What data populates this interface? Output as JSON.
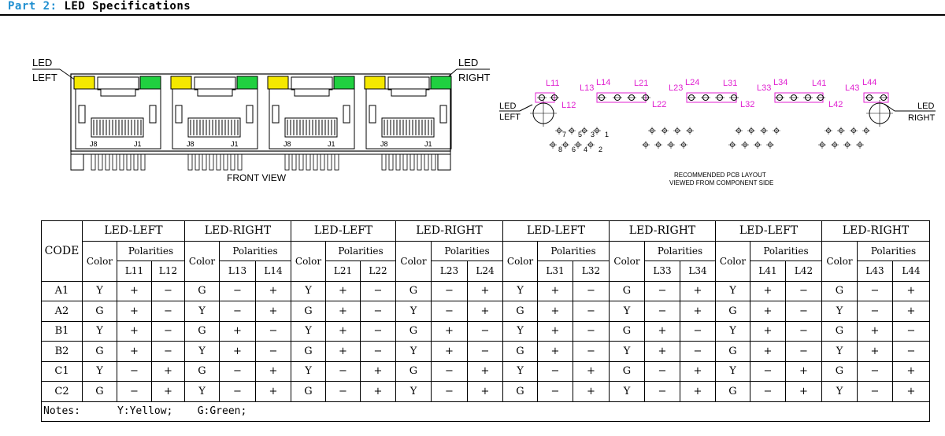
{
  "heading": {
    "part": "Part 2:",
    "title": "LED Specifications"
  },
  "front_view": {
    "led_left": [
      "LED",
      "LEFT"
    ],
    "led_right": [
      "LED",
      "RIGHT"
    ],
    "caption": "FRONT VIEW",
    "pin_labels": [
      "J8",
      "J1"
    ],
    "colors": {
      "yellow": "#f5e800",
      "green": "#20d040"
    }
  },
  "pcb": {
    "led_labels": [
      "L11",
      "L12",
      "L13",
      "L14",
      "L21",
      "L22",
      "L23",
      "L24",
      "L31",
      "L32",
      "L33",
      "L34",
      "L41",
      "L42",
      "L43",
      "L44"
    ],
    "pin_numbers": [
      "7",
      "5",
      "3",
      "1",
      "8",
      "6",
      "4",
      "2"
    ],
    "led_left": [
      "LED",
      "LEFT"
    ],
    "led_right": [
      "LED",
      "RIGHT"
    ],
    "caption": [
      "RECOMMENDED PCB LAYOUT",
      "VIEWED FROM COMPONENT SIDE"
    ],
    "label_color": "#e020d0"
  },
  "table": {
    "code_header": "CODE",
    "groups": [
      "LED-LEFT",
      "LED-RIGHT",
      "LED-LEFT",
      "LED-RIGHT",
      "LED-LEFT",
      "LED-RIGHT",
      "LED-LEFT",
      "LED-RIGHT"
    ],
    "color_header": "Color",
    "polarities_header": "Polarities",
    "led_cols": [
      [
        "L11",
        "L12"
      ],
      [
        "L13",
        "L14"
      ],
      [
        "L21",
        "L22"
      ],
      [
        "L23",
        "L24"
      ],
      [
        "L31",
        "L32"
      ],
      [
        "L33",
        "L34"
      ],
      [
        "L41",
        "L42"
      ],
      [
        "L43",
        "L44"
      ]
    ],
    "rows": [
      {
        "code": "A1",
        "cells": [
          "Y",
          "+",
          "−",
          "G",
          "−",
          "+",
          "Y",
          "+",
          "−",
          "G",
          "−",
          "+",
          "Y",
          "+",
          "−",
          "G",
          "−",
          "+",
          "Y",
          "+",
          "−",
          "G",
          "−",
          "+"
        ]
      },
      {
        "code": "A2",
        "cells": [
          "G",
          "+",
          "−",
          "Y",
          "−",
          "+",
          "G",
          "+",
          "−",
          "Y",
          "−",
          "+",
          "G",
          "+",
          "−",
          "Y",
          "−",
          "+",
          "G",
          "+",
          "−",
          "Y",
          "−",
          "+"
        ]
      },
      {
        "code": "B1",
        "cells": [
          "Y",
          "+",
          "−",
          "G",
          "+",
          "−",
          "Y",
          "+",
          "−",
          "G",
          "+",
          "−",
          "Y",
          "+",
          "−",
          "G",
          "+",
          "−",
          "Y",
          "+",
          "−",
          "G",
          "+",
          "−"
        ]
      },
      {
        "code": "B2",
        "cells": [
          "G",
          "+",
          "−",
          "Y",
          "+",
          "−",
          "G",
          "+",
          "−",
          "Y",
          "+",
          "−",
          "G",
          "+",
          "−",
          "Y",
          "+",
          "−",
          "G",
          "+",
          "−",
          "Y",
          "+",
          "−"
        ]
      },
      {
        "code": "C1",
        "cells": [
          "Y",
          "−",
          "+",
          "G",
          "−",
          "+",
          "Y",
          "−",
          "+",
          "G",
          "−",
          "+",
          "Y",
          "−",
          "+",
          "G",
          "−",
          "+",
          "Y",
          "−",
          "+",
          "G",
          "−",
          "+"
        ]
      },
      {
        "code": "C2",
        "cells": [
          "G",
          "−",
          "+",
          "Y",
          "−",
          "+",
          "G",
          "−",
          "+",
          "Y",
          "−",
          "+",
          "G",
          "−",
          "+",
          "Y",
          "−",
          "+",
          "G",
          "−",
          "+",
          "Y",
          "−",
          "+"
        ]
      }
    ],
    "notes": {
      "label": "Notes:",
      "yellow": "Y:Yellow;",
      "green": "G:Green;"
    }
  }
}
